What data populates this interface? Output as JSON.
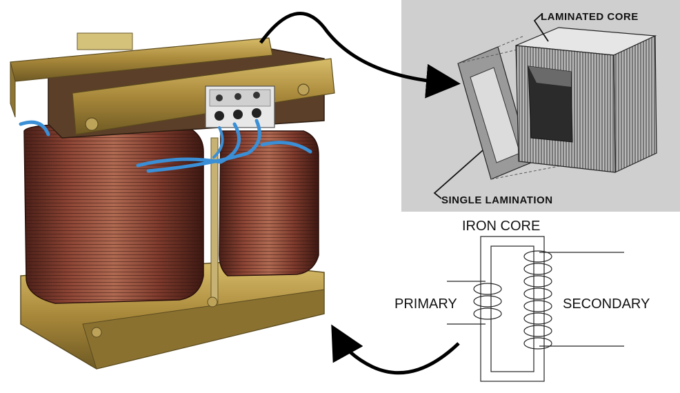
{
  "labels": {
    "laminated_core": "LAMINATED CORE",
    "single_lamination": "SINGLE LAMINATION",
    "iron_core": "IRON CORE",
    "primary": "PRIMARY",
    "secondary": "SECONDARY"
  },
  "colors": {
    "copper": "#8a3f2e",
    "brass": "#b0913f",
    "wire_blue": "#3a8fd6",
    "panel_gray": "#cfcfcf"
  }
}
